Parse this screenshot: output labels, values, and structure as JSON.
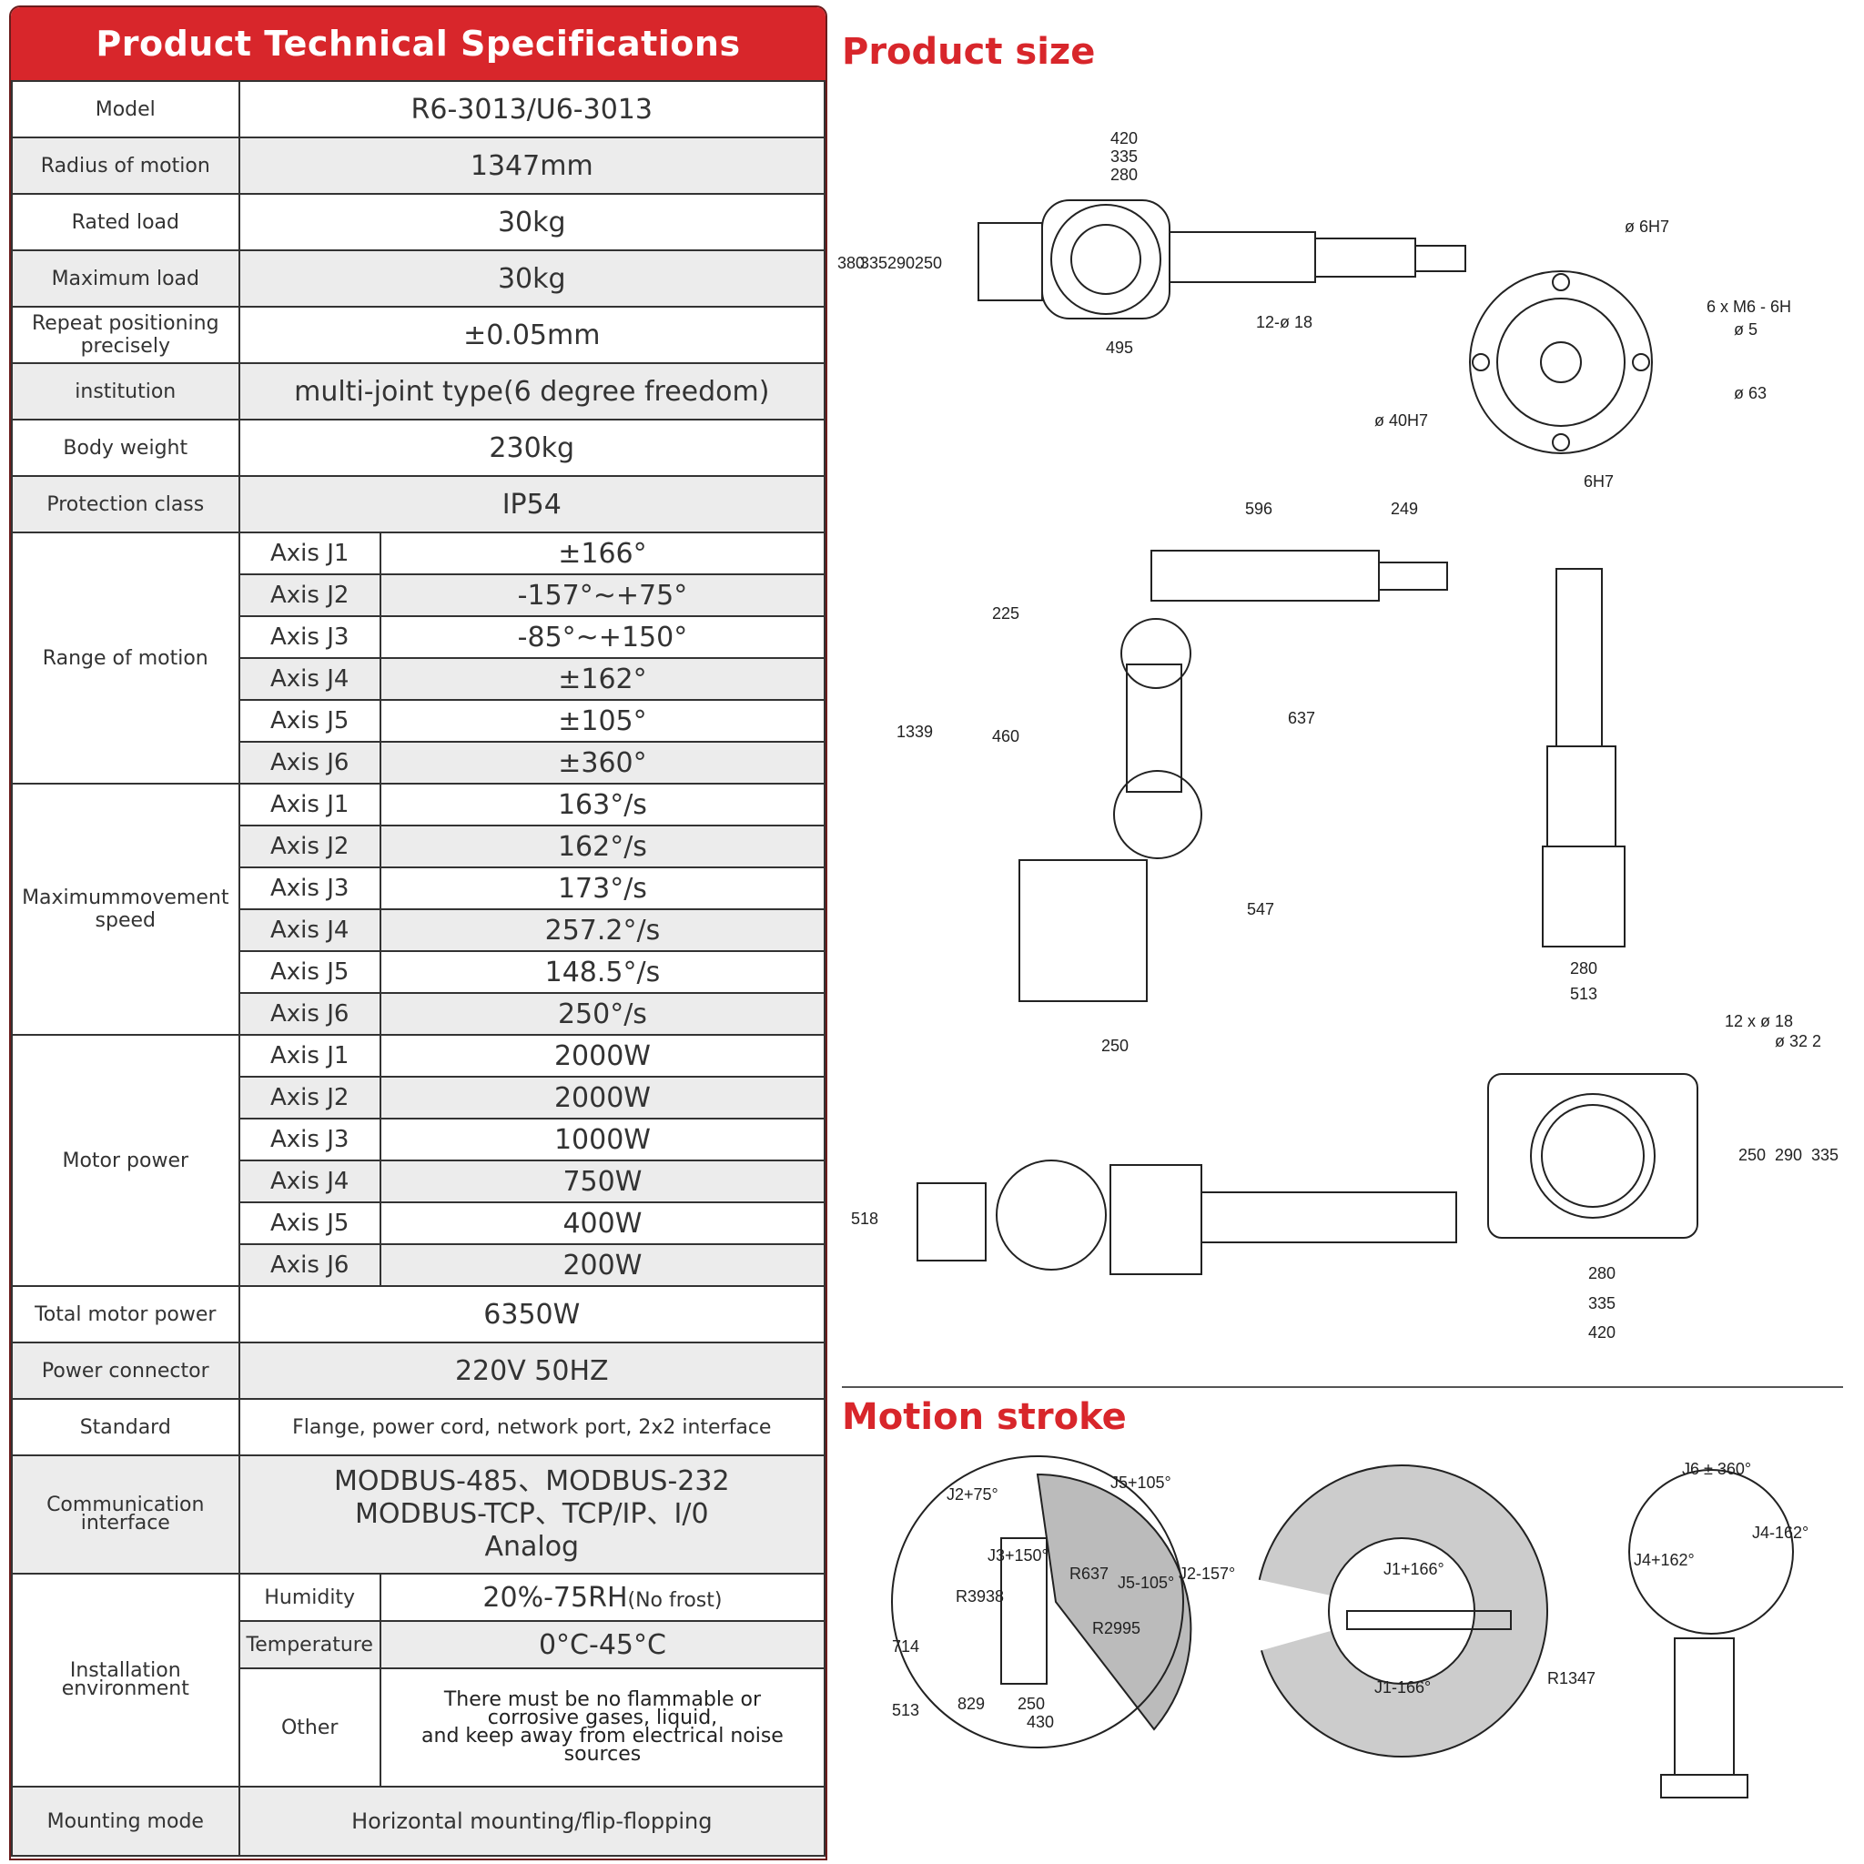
{
  "spec": {
    "title": "Product Technical Specifications",
    "model_label": "Model",
    "model_value": "R6-3013/U6-3013",
    "radius_label": "Radius of motion",
    "radius_value": "1347mm",
    "rated_label": "Rated load",
    "rated_value": "30kg",
    "maxload_label": "Maximum load",
    "maxload_value": "30kg",
    "repeat_label": "Repeat positioning precisely",
    "repeat_value": "±0.05mm",
    "institution_label": "institution",
    "institution_value": "multi-joint type(6 degree freedom)",
    "weight_label": "Body weight",
    "weight_value": "230kg",
    "protection_label": "Protection class",
    "protection_value": "IP54",
    "range_label": "Range of motion",
    "range": [
      {
        "axis": "Axis J1",
        "value": "±166°"
      },
      {
        "axis": "Axis J2",
        "value": "-157°~+75°"
      },
      {
        "axis": "Axis J3",
        "value": "-85°~+150°"
      },
      {
        "axis": "Axis J4",
        "value": "±162°"
      },
      {
        "axis": "Axis J5",
        "value": "±105°"
      },
      {
        "axis": "Axis J6",
        "value": "±360°"
      }
    ],
    "speed_label_1": "Maximummovement",
    "speed_label_2": "speed",
    "speed": [
      {
        "axis": "Axis J1",
        "value": "163°/s"
      },
      {
        "axis": "Axis J2",
        "value": "162°/s"
      },
      {
        "axis": "Axis J3",
        "value": "173°/s"
      },
      {
        "axis": "Axis J4",
        "value": "257.2°/s"
      },
      {
        "axis": "Axis J5",
        "value": "148.5°/s"
      },
      {
        "axis": "Axis J6",
        "value": "250°/s"
      }
    ],
    "motor_label": "Motor power",
    "motor": [
      {
        "axis": "Axis J1",
        "value": "2000W"
      },
      {
        "axis": "Axis J2",
        "value": "2000W"
      },
      {
        "axis": "Axis J3",
        "value": "1000W"
      },
      {
        "axis": "Axis J4",
        "value": "750W"
      },
      {
        "axis": "Axis J5",
        "value": "400W"
      },
      {
        "axis": "Axis J6",
        "value": "200W"
      }
    ],
    "total_label": "Total motor power",
    "total_value": "6350W",
    "connector_label": "Power connector",
    "connector_value": "220V 50HZ",
    "standard_label": "Standard",
    "standard_value": "Flange, power cord, network port, 2x2 interface",
    "comm_label_1": "Communication",
    "comm_label_2": "interface",
    "comm_value_1": "MODBUS-485、MODBUS-232",
    "comm_value_2": "MODBUS-TCP、TCP/IP、I/0",
    "comm_value_3": "Analog",
    "install_label_1": "Installation",
    "install_label_2": "environment",
    "humidity_label": "Humidity",
    "humidity_value": "20%-75RH",
    "humidity_note": "(No frost)",
    "temperature_label": "Temperature",
    "temperature_value": "0°C-45°C",
    "other_label": "Other",
    "other_value_1": "There must be no flammable or",
    "other_value_2": "corrosive gases, liquid,",
    "other_value_3": "and keep away from electrical noise sources",
    "mounting_label": "Mounting mode",
    "mounting_value": "Horizontal mounting/flip-flopping"
  },
  "sections": {
    "product_size": "Product size",
    "motion_stroke": "Motion stroke"
  },
  "colors": {
    "accent": "#d8262b",
    "row_shade": "#ececec"
  },
  "dims": {
    "top": [
      "420",
      "335",
      "280",
      "380",
      "335",
      "290",
      "250",
      "495",
      "12-ø 18"
    ],
    "flange": [
      "ø 6H7",
      "6 x  M6 - 6H",
      "ø 5",
      "ø 63",
      "ø 40H7",
      "6H7"
    ],
    "side": [
      "596",
      "249",
      "225",
      "637",
      "460",
      "1339",
      "547",
      "250"
    ],
    "front": [
      "280",
      "513"
    ],
    "plan": [
      "518"
    ],
    "base": [
      "12 x  ø 18",
      "ø 32  2",
      "250",
      "290",
      "335",
      "280",
      "335",
      "420"
    ],
    "stroke1": [
      "J2+75°",
      "J5+105°",
      "J3+150°",
      "R3938",
      "R637",
      "J5-105°",
      "J2-157°",
      "R2995",
      "714",
      "513",
      "829",
      "250",
      "430"
    ],
    "stroke2": [
      "J1+166°",
      "J1-166°",
      "R1347"
    ],
    "stroke3": [
      "J6 ± 360°",
      "J4+162°",
      "J4-162°"
    ]
  }
}
